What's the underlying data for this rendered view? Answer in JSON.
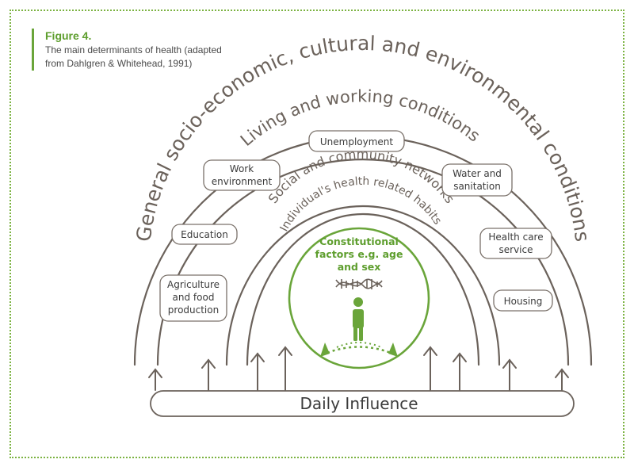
{
  "caption": {
    "figure_label": "Figure 4.",
    "description": "The main determinants of health (adapted from Dahlgren & Whitehead, 1991)"
  },
  "layers": {
    "outer": "General socio-economic, cultural and environmental conditions",
    "living": "Living and working conditions",
    "social": "Social and community networks",
    "individual": "Individual's health related habits"
  },
  "core": {
    "line1": "Constitutional",
    "line2": "factors e.g. age",
    "line3": "and sex"
  },
  "factors": {
    "agriculture": [
      "Agriculture",
      "and food",
      "production"
    ],
    "education": [
      "Education"
    ],
    "work": [
      "Work",
      "environment"
    ],
    "unemployment": [
      "Unemployment"
    ],
    "water": [
      "Water and",
      "sanitation"
    ],
    "health_care": [
      "Health care",
      "service"
    ],
    "housing": [
      "Housing"
    ]
  },
  "base": {
    "label": "Daily Influence"
  },
  "colors": {
    "accent_green": "#6aa53a",
    "line_gray": "#6b625b"
  },
  "icons": [
    "dna-icon",
    "person-icon"
  ]
}
